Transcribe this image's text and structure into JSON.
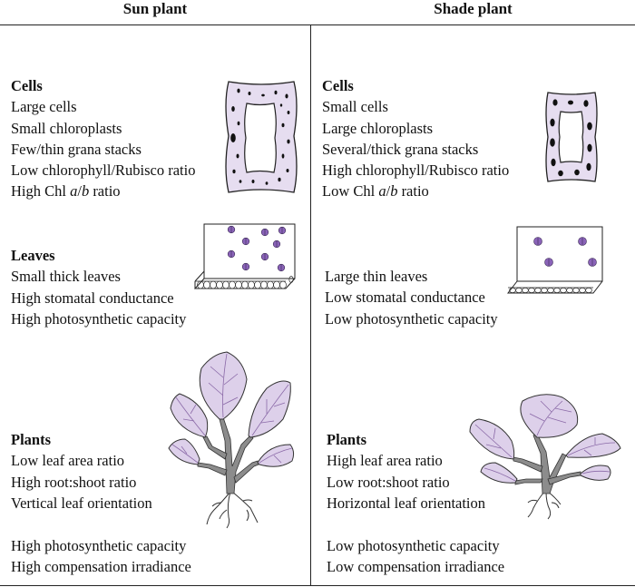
{
  "columns": {
    "sun": "Sun plant",
    "shade": "Shade plant"
  },
  "sun": {
    "cells": {
      "heading": "Cells",
      "items": [
        "Large cells",
        "Small chloroplasts",
        "Few/thin grana stacks",
        "Low chlorophyll/Rubisco ratio"
      ],
      "chl_prefix": "High Chl ",
      "chl_a": "a",
      "chl_slash": "/",
      "chl_b": "b",
      "chl_suffix": " ratio"
    },
    "leaves": {
      "heading": "Leaves",
      "items": [
        "Small thick leaves",
        "High stomatal conductance",
        "High photosynthetic capacity"
      ]
    },
    "plants": {
      "heading": "Plants",
      "items": [
        "Low leaf area ratio",
        "High root:shoot ratio",
        "Vertical leaf orientation"
      ]
    },
    "extra": [
      "High photosynthetic capacity",
      "High compensation irradiance"
    ]
  },
  "shade": {
    "cells": {
      "heading": "Cells",
      "items": [
        "Small cells",
        "Large chloroplasts",
        "Several/thick grana stacks",
        "High chlorophyll/Rubisco ratio"
      ],
      "chl_prefix": "Low Chl ",
      "chl_a": "a",
      "chl_slash": "/",
      "chl_b": "b",
      "chl_suffix": " ratio"
    },
    "leaves": {
      "heading": "",
      "items": [
        "Large thin leaves",
        "Low stomatal conductance",
        "Low photosynthetic capacity"
      ]
    },
    "plants": {
      "heading": "Plants",
      "items": [
        "High leaf area ratio",
        "Low root:shoot ratio",
        "Horizontal leaf orientation"
      ]
    },
    "extra": [
      "Low photosynthetic capacity",
      "Low compensation irradiance"
    ]
  },
  "colors": {
    "cell_fill": "#e6ddf0",
    "leaf_fill": "#ddd0ea",
    "stem": "#7a7a7a",
    "dot": "#7d5aa8"
  }
}
